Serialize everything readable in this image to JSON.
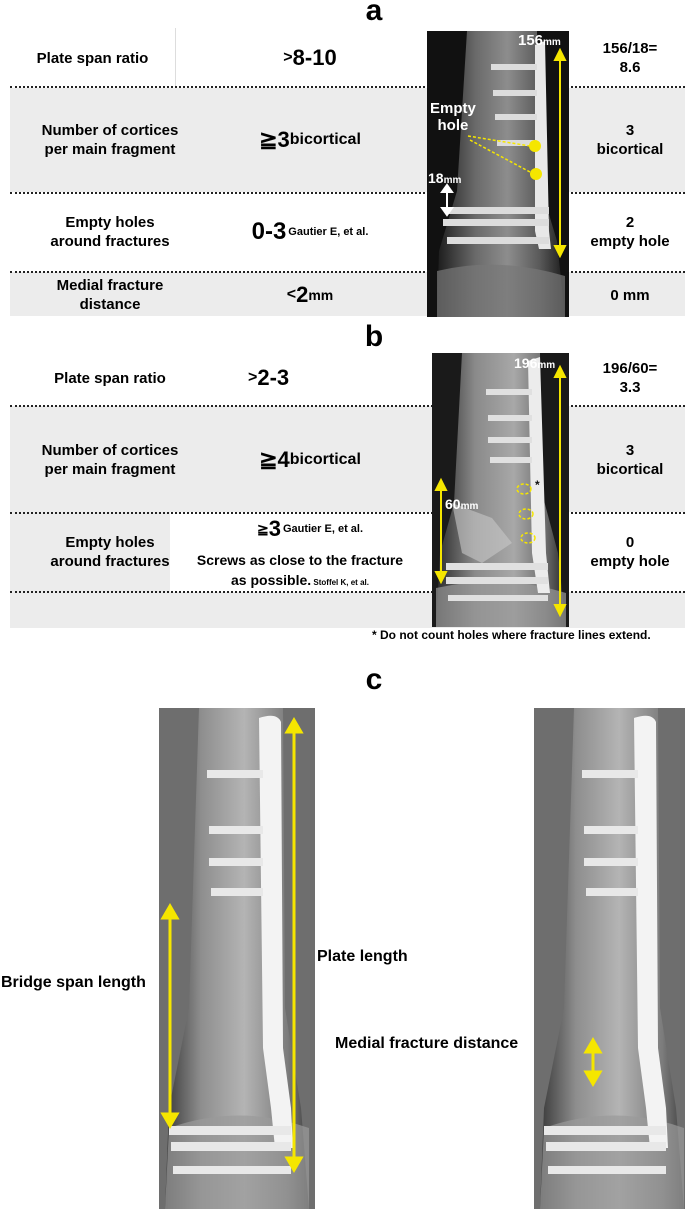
{
  "panel_a": {
    "letter": "a",
    "rows": [
      {
        "label": "Plate span ratio",
        "value_prefix": ">",
        "value_main": "8-10",
        "value_suffix": "",
        "result": "156/18=\n8.6"
      },
      {
        "label": "Number of cortices\nper main fragment",
        "value_prefix": "",
        "value_main": "≧3",
        "value_suffix": " bicortical",
        "result": "3\nbicortical"
      },
      {
        "label": "Empty holes\naround fractures",
        "value_prefix": "",
        "value_main": "0-3",
        "value_suffix": " Gautier E, et al.",
        "result": "2\nempty hole"
      },
      {
        "label": "Medial fracture\ndistance",
        "value_prefix": "<",
        "value_main": "2",
        "value_suffix": "mm",
        "result": "0 mm"
      }
    ],
    "xray": {
      "plate_length": "156",
      "plate_unit": "mm",
      "span": "18",
      "span_unit": "mm",
      "annotation": "Empty\nhole",
      "arrow_color": "#f5e600"
    }
  },
  "panel_b": {
    "letter": "b",
    "rows": [
      {
        "label": "Plate span ratio",
        "value_prefix": ">",
        "value_main": "2-3",
        "value_suffix": "",
        "result": "196/60=\n3.3"
      },
      {
        "label": "Number of cortices\nper main fragment",
        "value_prefix": "",
        "value_main": "≧4",
        "value_suffix": " bicortical",
        "result": "3\nbicortical"
      },
      {
        "label": "Empty holes\naround fractures",
        "value_prefix": "≧",
        "value_main": "3",
        "value_suffix": " Gautier E, et al.",
        "result": "0\nempty hole"
      }
    ],
    "screws_note": "Screws as close to the fracture\nas possible.",
    "screws_ref": " Stoffel K, et al.",
    "xray": {
      "plate_length": "196",
      "plate_unit": "mm",
      "span": "60",
      "span_unit": "mm",
      "asterisk": "*"
    },
    "footnote": "* Do not count holes where fracture lines extend."
  },
  "panel_c": {
    "letter": "c",
    "labels": {
      "bridge_span": "Bridge span length",
      "plate_length": "Plate length",
      "medial_distance": "Medial fracture distance"
    }
  },
  "colors": {
    "band": "#ececec",
    "arrow": "#f5e600"
  }
}
